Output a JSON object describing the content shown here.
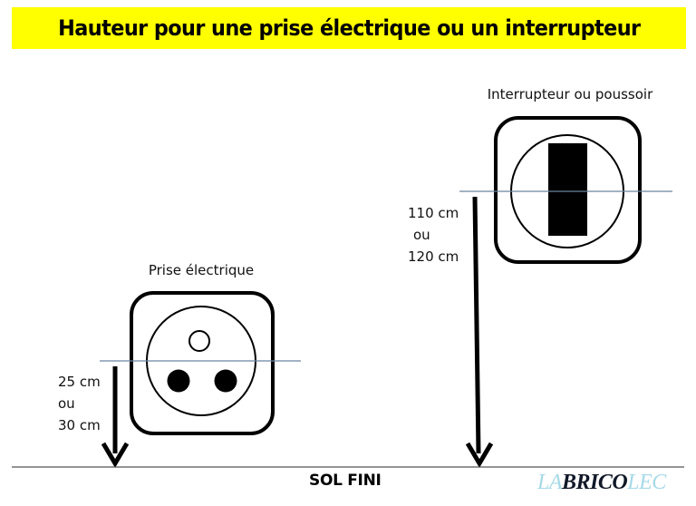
{
  "header": {
    "title": "Hauteur pour une prise électrique ou un interrupteur",
    "background_color": "#ffff00"
  },
  "outlet": {
    "label": "Prise électrique",
    "height_line1": "25 cm",
    "height_line2": "ou",
    "height_line3": "30 cm"
  },
  "switch": {
    "label": "Interrupteur ou poussoir",
    "height_line1": "110 cm",
    "height_line2": "ou",
    "height_line3": "120 cm"
  },
  "floor": {
    "label": "SOL FINI"
  },
  "logo": {
    "part1": "LA",
    "part2": "BRICO",
    "part3": "LEC",
    "light_color": "#a6d9e8",
    "dark_color": "#101828"
  },
  "colors": {
    "reference_line": "#6a85a0",
    "stroke": "#000000"
  }
}
